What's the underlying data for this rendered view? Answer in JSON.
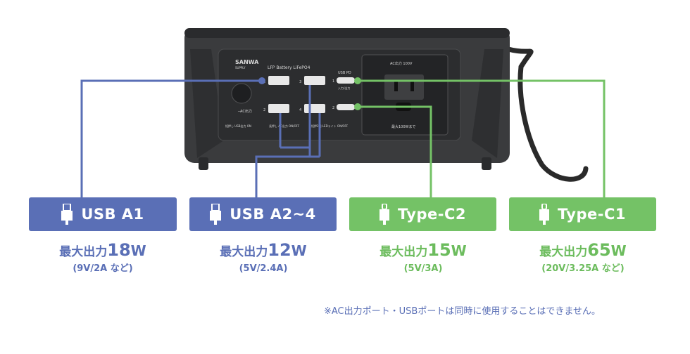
{
  "device": {
    "brand": "SANWA",
    "brand_sub": "SUPPLY",
    "battery_label": "LFP Battery LiFePO4",
    "usb_pd_label": "USB PD",
    "usb_pd_sub": "入力/出力",
    "ac_top_label": "AC出力 100V",
    "ac_bottom_label": "最大100Wまで",
    "ac_power_label": "─AC出力",
    "bottom_label_1": "短押し USB出力 ON",
    "bottom_label_2": "長押し AC出力 ON/OFF",
    "bottom_label_3": "短押2回 LEDライト ON/OFF",
    "port_num_1": "1",
    "port_num_2": "2",
    "port_num_3": "3",
    "port_num_4": "4",
    "pd_num_1": "1",
    "pd_num_2": "2"
  },
  "ports": [
    {
      "name": "USB A1",
      "prefix": "最大出力",
      "num": "18",
      "unit": "W",
      "sub": "(9V/2A など)",
      "color": "#5a6fb6"
    },
    {
      "name": "USB A2~4",
      "prefix": "最大出力",
      "num": "12",
      "unit": "W",
      "sub": "(5V/2.4A)",
      "color": "#5a6fb6"
    },
    {
      "name": "Type-C2",
      "prefix": "最大出力",
      "num": "15",
      "unit": "W",
      "sub": "(5V/3A)",
      "color": "#74c266"
    },
    {
      "name": "Type-C1",
      "prefix": "最大出力",
      "num": "65",
      "unit": "W",
      "sub": "(20V/3.25A など)",
      "color": "#74c266"
    }
  ],
  "note": "※AC出力ポート・USBポートは同時に使用することはできません。"
}
